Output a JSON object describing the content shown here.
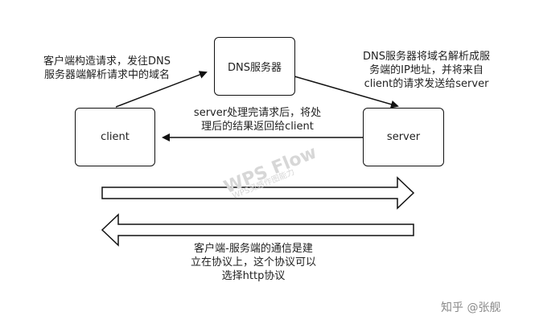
{
  "nodes": {
    "dns_server": "DNS服务器",
    "client": "client",
    "server": "server"
  },
  "notes": {
    "client_request_line1": "客户端构造请求，发往DNS",
    "client_request_line2": "服务器端解析请求中的域名",
    "dns_resolve_line1": "DNS服务器将域名解析成服",
    "dns_resolve_line2": "务端的IP地址，并将来自",
    "dns_resolve_line3": "client的请求发送给server",
    "server_response_line1": "server处理完请求后，将处",
    "server_response_line2": "理后的结果返回给client",
    "protocol_line1": "客户端-服务端的通信是建",
    "protocol_line2": "立在协议上，这个协议可以",
    "protocol_line3": "选择http协议"
  },
  "watermark": {
    "title": "WPS Flow",
    "subtitle": "WPS灵感作图能力"
  },
  "footer": {
    "brand": "知乎 @张舰"
  },
  "colors": {
    "stroke": "#111111",
    "text": "#222222",
    "watermark": "#d7d7d7"
  }
}
